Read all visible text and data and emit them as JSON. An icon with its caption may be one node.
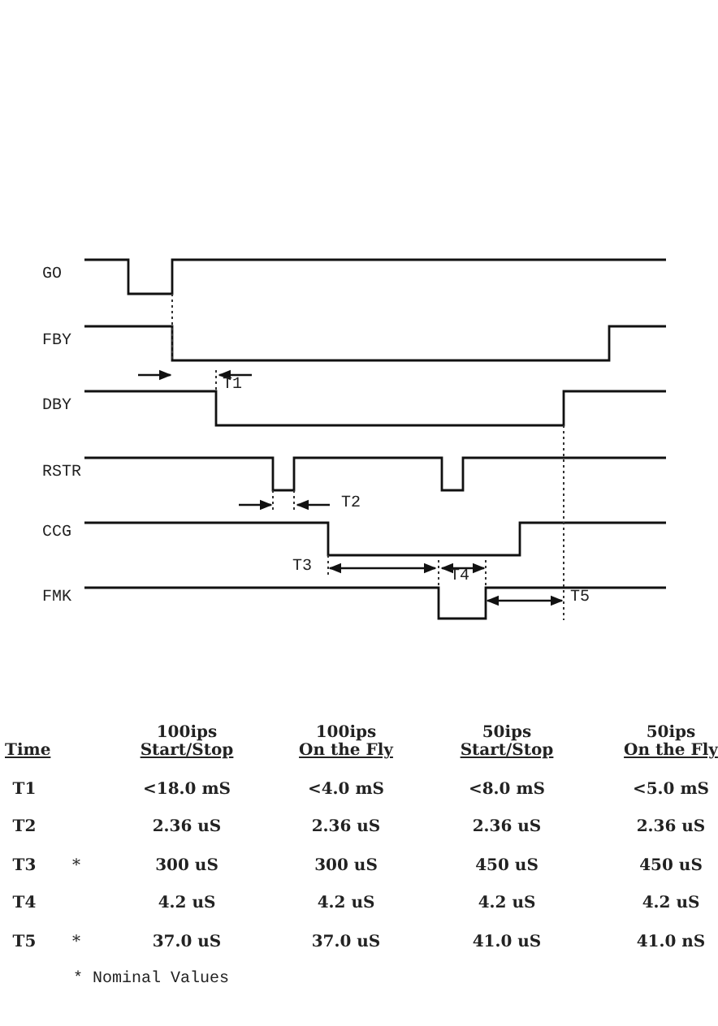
{
  "diagram": {
    "labels": [
      "GO",
      "FBY",
      "T1",
      "DBY",
      "RSTR",
      "T2",
      "CCG",
      "T3",
      "T4",
      "FMK",
      "T5",
      "100ips",
      "100ips",
      "50ips",
      "50ips",
      "Time",
      "Start/Stop",
      "On the Fly",
      "Start/Stop",
      "On the Fly",
      "T1",
      "<18.0 mS",
      "<4.0 mS",
      "<8.0 mS",
      "<5.0 mS",
      "T2",
      "2.36 uS",
      "2.36 uS",
      "2.36 uS",
      "2.36 uS",
      "T3",
      "*",
      "300 uS",
      "300 uS",
      "450 uS",
      "450 uS",
      "T4",
      "4.2 uS",
      "4.2 uS",
      "4.2 uS",
      "4.2 uS",
      "T5",
      "*",
      "37.0 uS",
      "37.0 uS",
      "41.0 uS",
      "41.0 nS",
      "* Nominal Values"
    ]
  }
}
